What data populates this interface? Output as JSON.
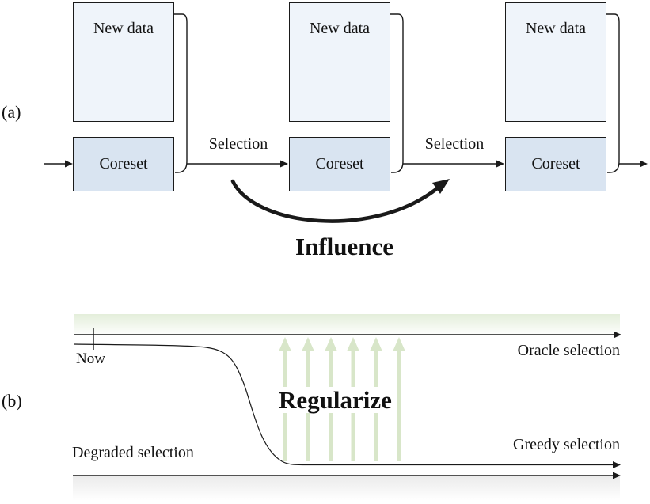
{
  "panel_a": {
    "label": "(a)",
    "groups": [
      {
        "new_data": "New data",
        "coreset": "Coreset"
      },
      {
        "new_data": "New data",
        "coreset": "Coreset"
      },
      {
        "new_data": "New data",
        "coreset": "Coreset"
      }
    ],
    "selection_labels": [
      "Selection",
      "Selection"
    ],
    "influence_label": "Influence"
  },
  "panel_b": {
    "label": "(b)",
    "now_label": "Now",
    "oracle_label": "Oracle selection",
    "greedy_label": "Greedy selection",
    "degraded_label": "Degraded selection",
    "regularize_label": "Regularize",
    "regularize_arrow_count": 6
  },
  "colors": {
    "box_border": "#1a1a1a",
    "new_data_fill": "#eff4fa",
    "coreset_fill": "#d9e4f1",
    "line_color": "#1a1a1a",
    "band_green_top": "#e3eeda",
    "arrow_green": "#d8e6c9",
    "bottom_band_gray": "#ebebeb"
  }
}
